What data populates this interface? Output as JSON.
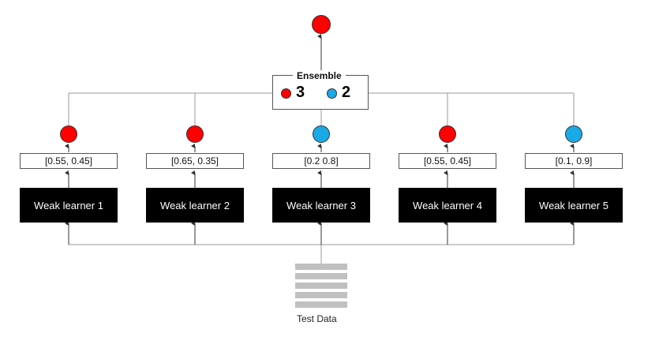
{
  "colors": {
    "red": "#ff0000",
    "blue": "#19a9e5"
  },
  "final_output": {
    "color": "red"
  },
  "ensemble": {
    "title": "Ensemble",
    "red_count": "3",
    "blue_count": "2"
  },
  "learners": [
    {
      "label": "Weak learner 1",
      "prob": "[0.55, 0.45]",
      "vote": "red"
    },
    {
      "label": "Weak learner 2",
      "prob": "[0.65, 0.35]",
      "vote": "red"
    },
    {
      "label": "Weak learner 3",
      "prob": "[0.2 0.8]",
      "vote": "blue"
    },
    {
      "label": "Weak learner 4",
      "prob": "[0.55, 0.45]",
      "vote": "red"
    },
    {
      "label": "Weak learner 5",
      "prob": "[0.1, 0.9]",
      "vote": "blue"
    }
  ],
  "test_data": {
    "label": "Test Data"
  }
}
